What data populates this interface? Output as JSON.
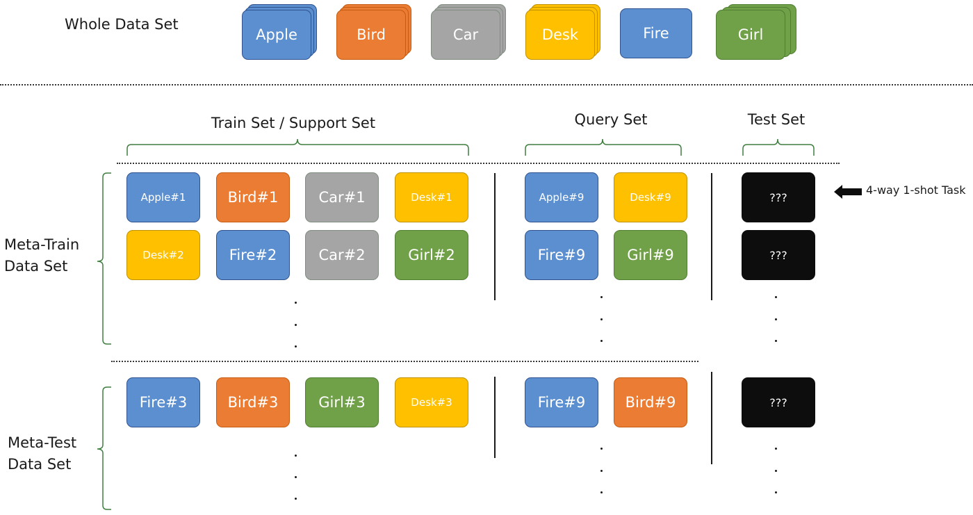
{
  "whole": {
    "label": "Whole Data Set",
    "classes": [
      {
        "name": "Apple",
        "color": "blue"
      },
      {
        "name": "Bird",
        "color": "orange"
      },
      {
        "name": "Car",
        "color": "gray"
      },
      {
        "name": "Desk",
        "color": "yellow"
      },
      {
        "name": "Fire",
        "color": "blue"
      },
      {
        "name": "Girl",
        "color": "green"
      }
    ]
  },
  "headers": {
    "train_support": "Train Set / Support Set",
    "query": "Query Set",
    "test": "Test Set"
  },
  "meta_train": {
    "label_line1": "Meta-Train",
    "label_line2": "Data Set",
    "support_row1": [
      "Apple#1",
      "Bird#1",
      "Car#1",
      "Desk#1"
    ],
    "support_row2": [
      "Desk#2",
      "Fire#2",
      "Car#2",
      "Girl#2"
    ],
    "query_row1": [
      "Apple#9",
      "Desk#9"
    ],
    "query_row2": [
      "Fire#9",
      "Girl#9"
    ],
    "test_row1": "???",
    "test_row2": "???"
  },
  "meta_test": {
    "label_line1": "Meta-Test",
    "label_line2": "Data Set",
    "support_row1": [
      "Fire#3",
      "Bird#3",
      "Girl#3",
      "Desk#3"
    ],
    "query_row1": [
      "Fire#9",
      "Bird#9"
    ],
    "test_row1": "???"
  },
  "task_arrow_label": "4-way 1-shot Task",
  "colors": {
    "blue": "#5b8fcf",
    "orange": "#ea7d33",
    "gray": "#a5a5a5",
    "yellow": "#ffc000",
    "green": "#70a047",
    "black": "#0d0d0d"
  }
}
